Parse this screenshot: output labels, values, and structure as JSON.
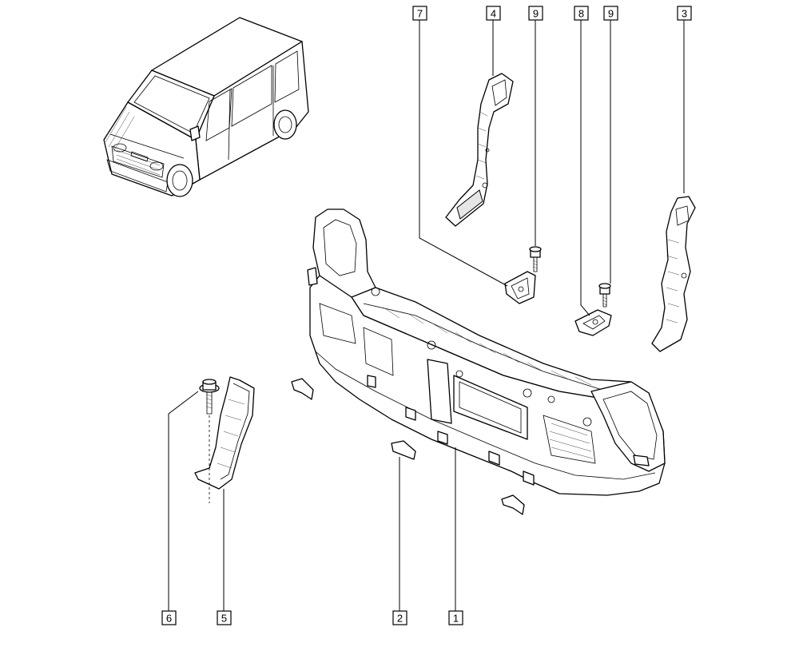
{
  "callouts": [
    {
      "label": "7"
    },
    {
      "label": "4"
    },
    {
      "label": "9"
    },
    {
      "label": "8"
    },
    {
      "label": "9"
    },
    {
      "label": "3"
    },
    {
      "label": "6"
    },
    {
      "label": "5"
    },
    {
      "label": "2"
    },
    {
      "label": "1"
    }
  ]
}
